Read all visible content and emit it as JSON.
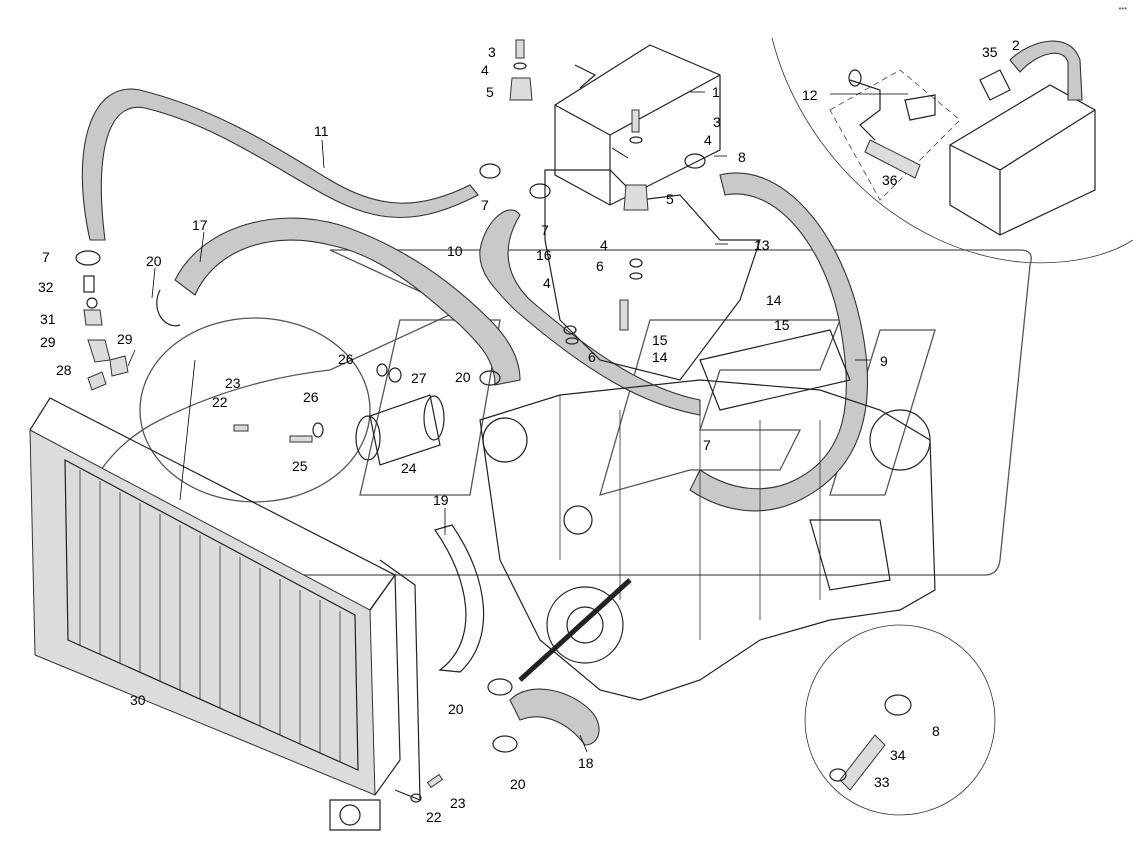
{
  "corner_mark": "•••",
  "callouts": [
    {
      "id": "c1",
      "text": "1"
    },
    {
      "id": "c2",
      "text": "2"
    },
    {
      "id": "c3a",
      "text": "3"
    },
    {
      "id": "c3b",
      "text": "3"
    },
    {
      "id": "c4a",
      "text": "4"
    },
    {
      "id": "c4b",
      "text": "4"
    },
    {
      "id": "c4c",
      "text": "4"
    },
    {
      "id": "c4d",
      "text": "4"
    },
    {
      "id": "c5a",
      "text": "5"
    },
    {
      "id": "c5b",
      "text": "5"
    },
    {
      "id": "c6a",
      "text": "6"
    },
    {
      "id": "c6b",
      "text": "6"
    },
    {
      "id": "c7a",
      "text": "7"
    },
    {
      "id": "c7b",
      "text": "7"
    },
    {
      "id": "c7c",
      "text": "7"
    },
    {
      "id": "c7d",
      "text": "7"
    },
    {
      "id": "c8a",
      "text": "8"
    },
    {
      "id": "c8b",
      "text": "8"
    },
    {
      "id": "c9",
      "text": "9"
    },
    {
      "id": "c10",
      "text": "10"
    },
    {
      "id": "c11",
      "text": "11"
    },
    {
      "id": "c12",
      "text": "12"
    },
    {
      "id": "c13",
      "text": "13"
    },
    {
      "id": "c14a",
      "text": "14"
    },
    {
      "id": "c14b",
      "text": "14"
    },
    {
      "id": "c15a",
      "text": "15"
    },
    {
      "id": "c15b",
      "text": "15"
    },
    {
      "id": "c16",
      "text": "16"
    },
    {
      "id": "c17",
      "text": "17"
    },
    {
      "id": "c18",
      "text": "18"
    },
    {
      "id": "c19",
      "text": "19"
    },
    {
      "id": "c20a",
      "text": "20"
    },
    {
      "id": "c20b",
      "text": "20"
    },
    {
      "id": "c20c",
      "text": "20"
    },
    {
      "id": "c20d",
      "text": "20"
    },
    {
      "id": "c22a",
      "text": "22"
    },
    {
      "id": "c22b",
      "text": "22"
    },
    {
      "id": "c23a",
      "text": "23"
    },
    {
      "id": "c23b",
      "text": "23"
    },
    {
      "id": "c24",
      "text": "24"
    },
    {
      "id": "c25",
      "text": "25"
    },
    {
      "id": "c26a",
      "text": "26"
    },
    {
      "id": "c26b",
      "text": "26"
    },
    {
      "id": "c27",
      "text": "27"
    },
    {
      "id": "c28",
      "text": "28"
    },
    {
      "id": "c29a",
      "text": "29"
    },
    {
      "id": "c29b",
      "text": "29"
    },
    {
      "id": "c30",
      "text": "30"
    },
    {
      "id": "c31",
      "text": "31"
    },
    {
      "id": "c32",
      "text": "32"
    },
    {
      "id": "c33",
      "text": "33"
    },
    {
      "id": "c34",
      "text": "34"
    },
    {
      "id": "c35",
      "text": "35"
    },
    {
      "id": "c36",
      "text": "36"
    }
  ]
}
